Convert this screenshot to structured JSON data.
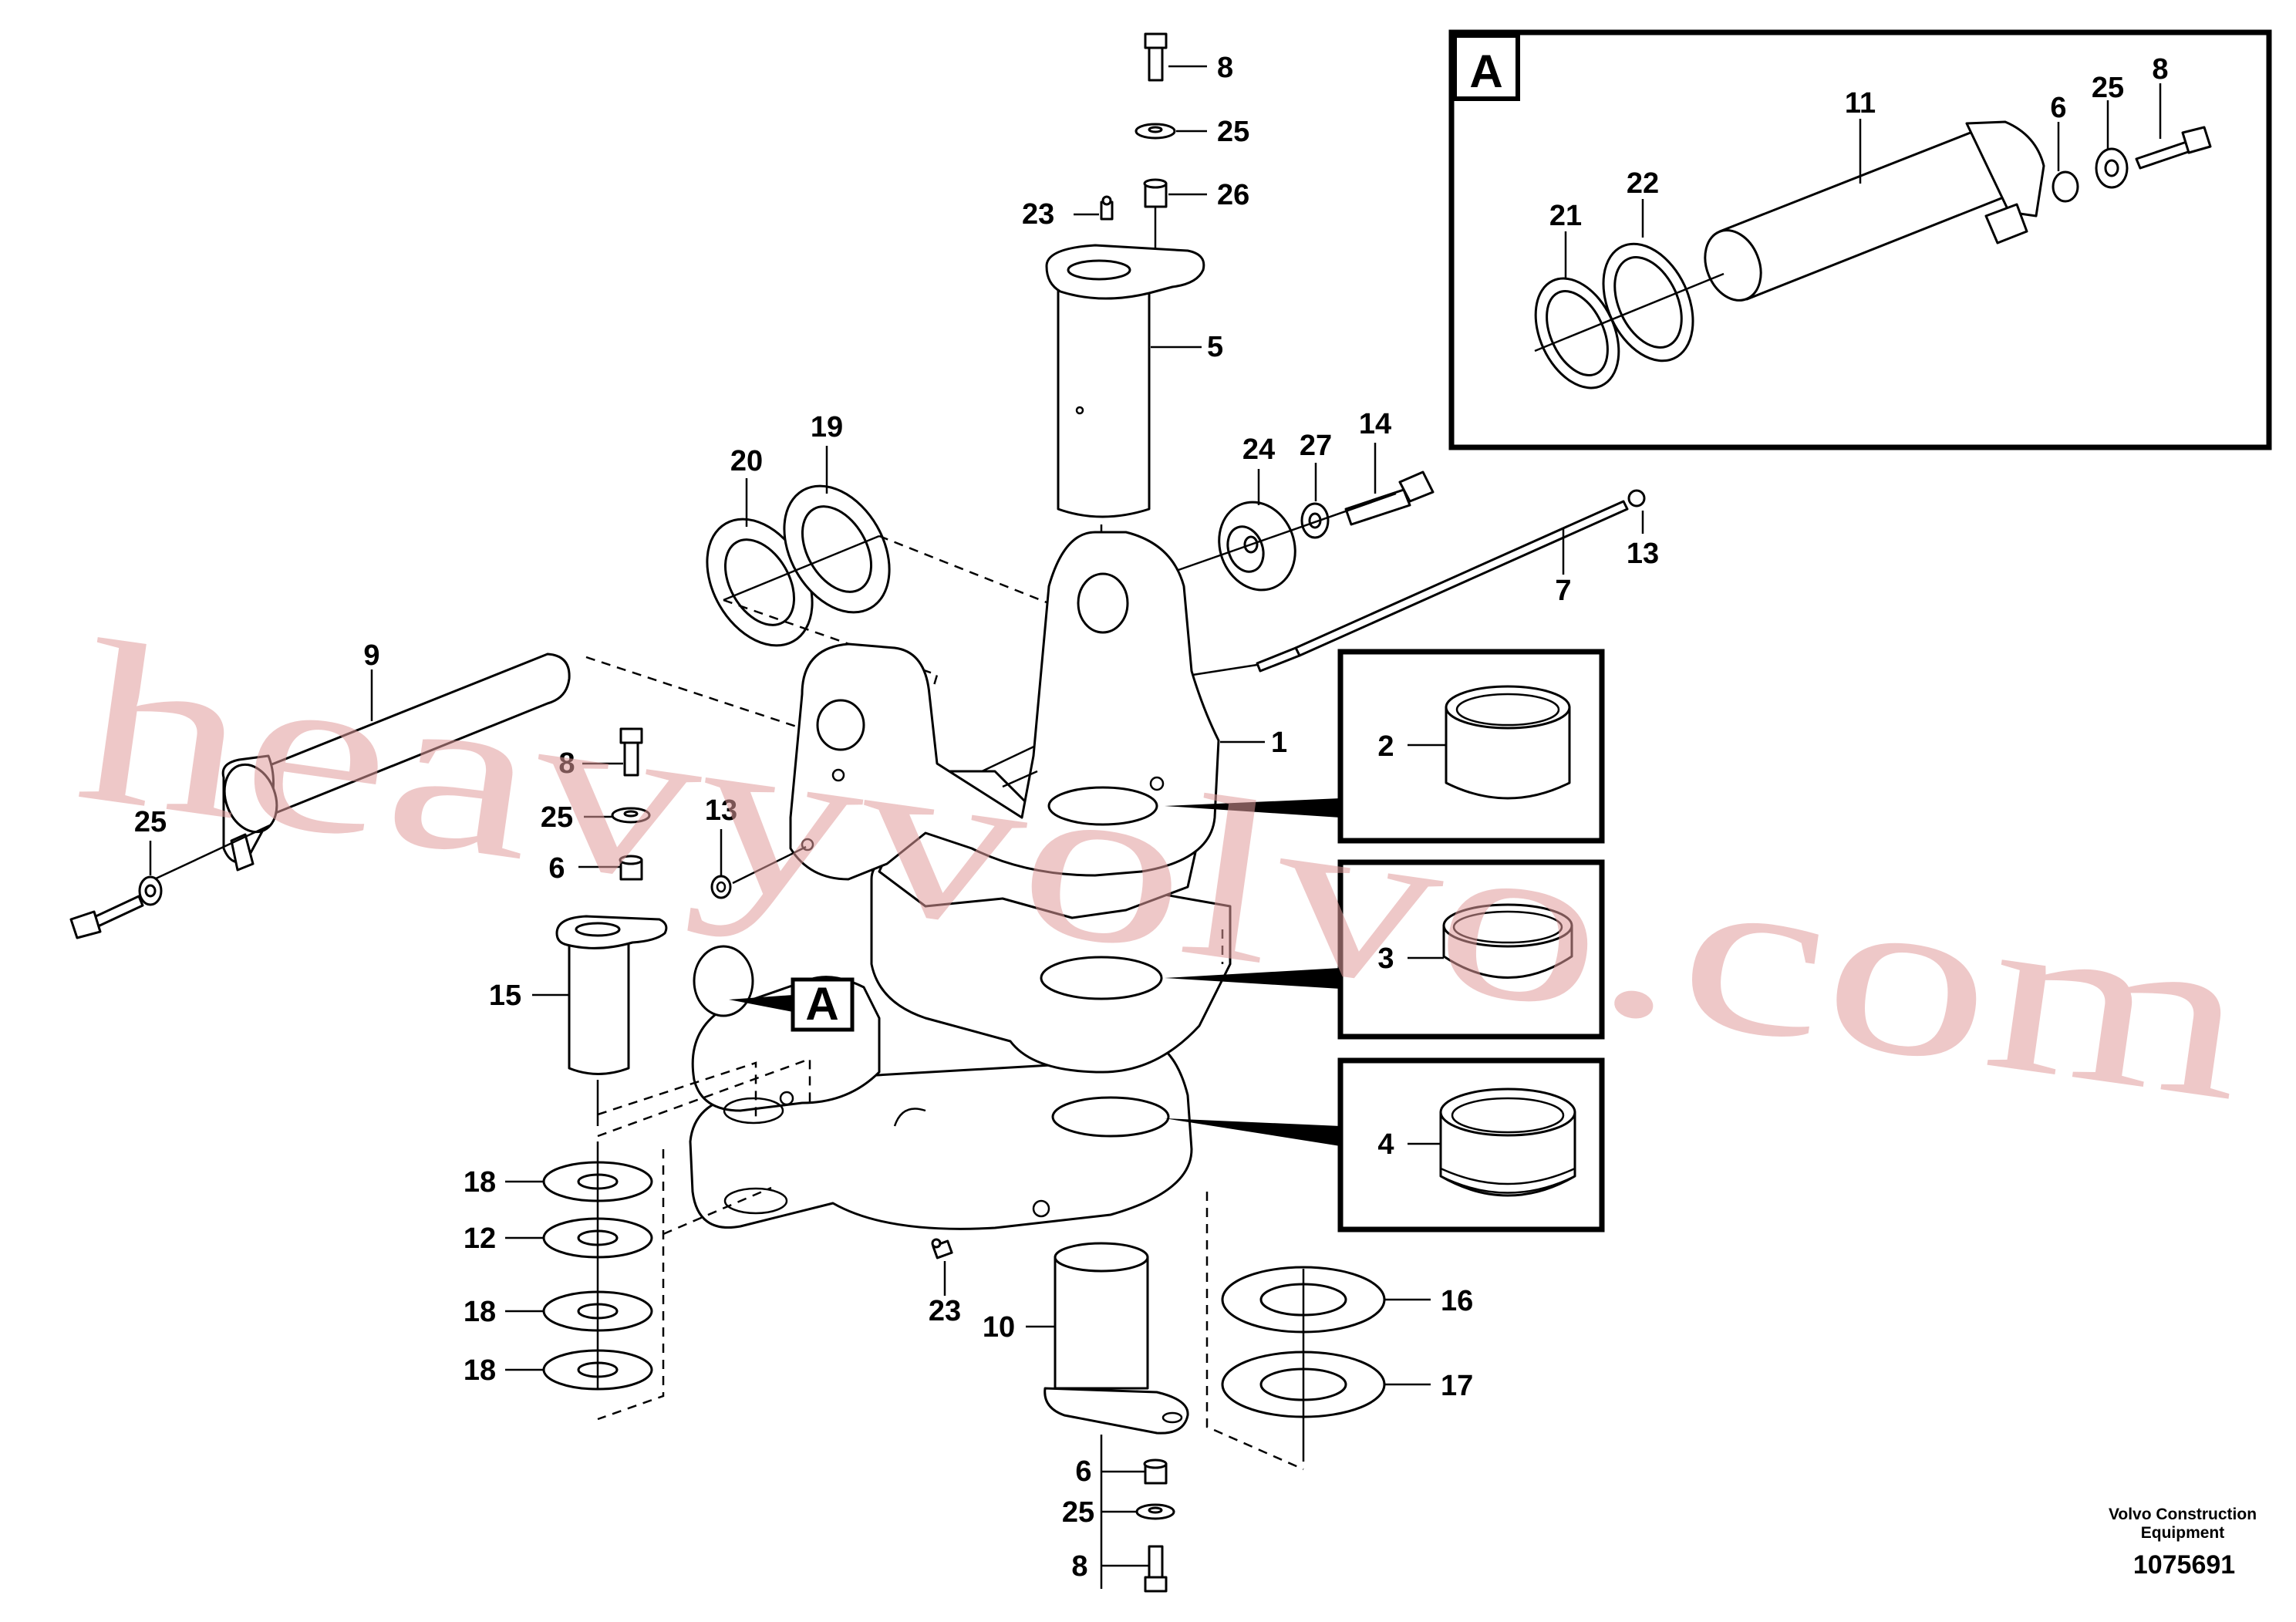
{
  "detail_view": {
    "letter": "A"
  },
  "callout_letter": "A",
  "labels": {
    "l1": "1",
    "l2": "2",
    "l3": "3",
    "l4": "4",
    "l5": "5",
    "l6a": "6",
    "l6b": "6",
    "l6c": "6",
    "l7": "7",
    "l8a": "8",
    "l8b": "8",
    "l8c": "8",
    "l8d": "8",
    "l9": "9",
    "l10": "10",
    "l11": "11",
    "l12": "12",
    "l13a": "13",
    "l13b": "13",
    "l14": "14",
    "l15": "15",
    "l16": "16",
    "l17": "17",
    "l18a": "18",
    "l18b": "18",
    "l18c": "18",
    "l19": "19",
    "l20": "20",
    "l21": "21",
    "l22": "22",
    "l23a": "23",
    "l23b": "23",
    "l24": "24",
    "l25a": "25",
    "l25b": "25",
    "l25c": "25",
    "l25d": "25",
    "l25e": "25",
    "l26": "26",
    "l27": "27"
  },
  "footer": {
    "brand_line1": "Volvo Construction",
    "brand_line2": "Equipment",
    "doc_number": "1075691"
  },
  "watermark": "heavyvolvo.com"
}
